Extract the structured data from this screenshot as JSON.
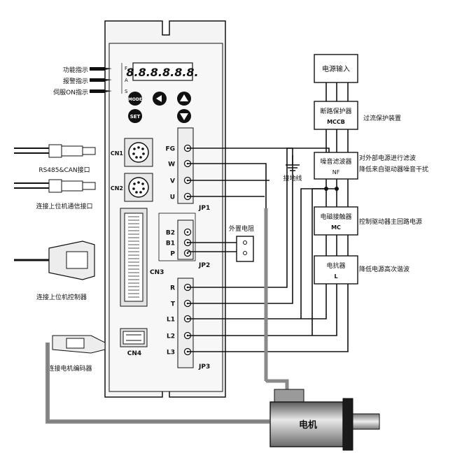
{
  "driver": {
    "display": "8.8.8.8.8.8.",
    "leds": [
      "F",
      "A",
      "S"
    ],
    "mode_button": "MODE",
    "set_button": "SET",
    "cn1": "CN1",
    "cn2": "CN2",
    "cn3": "CN3",
    "cn4": "CN4"
  },
  "jp1": {
    "label": "JP1",
    "terminals": [
      "FG",
      "W",
      "V",
      "U"
    ]
  },
  "jp2": {
    "label": "JP2",
    "terminals": [
      "B2",
      "B1",
      "P"
    ]
  },
  "jp3": {
    "label": "JP3",
    "terminals": [
      "R",
      "T",
      "L1",
      "L2",
      "L3"
    ]
  },
  "left_labels": {
    "function": "功能指示",
    "alarm": "报警指示",
    "servo_on": "伺服ON指示",
    "rs485": "RS485&CAN接口",
    "pc_comm": "连接上位机通信接口",
    "host_controller": "连接上位机控制器",
    "encoder": "连接电机编码器"
  },
  "external_resistor": "外置电阻",
  "ground_wire": "接地线",
  "power_chain": [
    {
      "title": "电源输入",
      "code": "",
      "desc": []
    },
    {
      "title": "断路保护器",
      "code": "MCCB",
      "desc": [
        "过流保护装置"
      ]
    },
    {
      "title": "噪音滤波器",
      "code": "NF",
      "desc": [
        "对外部电源进行滤波",
        "降低来自驱动器噪音干扰"
      ]
    },
    {
      "title": "电磁接触器",
      "code": "MC",
      "desc": [
        "控制驱动器主回路电源"
      ]
    },
    {
      "title": "电抗器",
      "code": "L",
      "desc": [
        "降低电源高次谐波"
      ]
    }
  ],
  "motor": "电机",
  "colors": {
    "line": "#111111",
    "cable": "#8a8a8a",
    "panel": "#f4f4f4"
  }
}
